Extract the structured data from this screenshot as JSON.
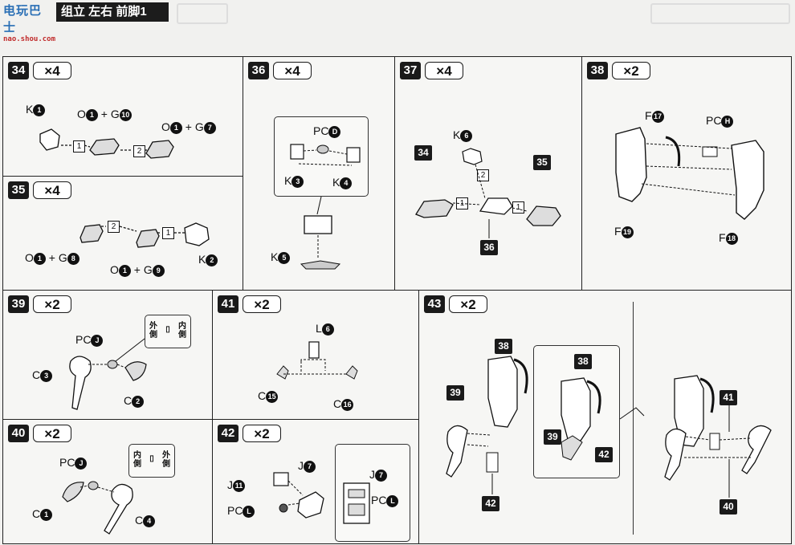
{
  "header": {
    "site_line1": "电玩巴士",
    "site_line2": "nao.shou.com",
    "title": "组立 左右 前脚1"
  },
  "panels": {
    "p34": {
      "step": "34",
      "qty": "×4",
      "k": "K",
      "k_num": "1",
      "o1": "O",
      "o1_num": "1",
      "g1": "G",
      "g1_num": "10",
      "o2": "O",
      "o2_num": "1",
      "g2": "G",
      "g2_num": "7",
      "plus": "+",
      "s1": "1",
      "s2": "2"
    },
    "p35": {
      "step": "35",
      "qty": "×4",
      "o1": "O",
      "o1_num": "1",
      "g1": "G",
      "g1_num": "8",
      "o2": "O",
      "o2_num": "1",
      "g2": "G",
      "g2_num": "9",
      "k": "K",
      "k_num": "2",
      "plus": "+",
      "s1": "1",
      "s2": "2"
    },
    "p36": {
      "step": "36",
      "qty": "×4",
      "pc": "PC",
      "pc_num": "D",
      "k3": "K",
      "k3_num": "3",
      "k4": "K",
      "k4_num": "4",
      "k5": "K",
      "k5_num": "5"
    },
    "p37": {
      "step": "37",
      "qty": "×4",
      "k6": "K",
      "k6_num": "6",
      "ref34": "34",
      "ref35": "35",
      "ref36": "36",
      "s1": "1",
      "s2": "2"
    },
    "p38": {
      "step": "38",
      "qty": "×2",
      "f17": "F",
      "f17_num": "17",
      "pch": "PC",
      "pch_num": "H",
      "f19": "F",
      "f19_num": "19",
      "f18": "F",
      "f18_num": "18"
    },
    "p39": {
      "step": "39",
      "qty": "×2",
      "pc": "PC",
      "pc_num": "J",
      "c3": "C",
      "c3_num": "3",
      "c2": "C",
      "c2_num": "2",
      "outer": "外\n側",
      "inner": "内\n側"
    },
    "p40": {
      "step": "40",
      "qty": "×2",
      "pc": "PC",
      "pc_num": "J",
      "c1": "C",
      "c1_num": "1",
      "c4": "C",
      "c4_num": "4",
      "inner": "内\n側",
      "outer": "外\n側"
    },
    "p41": {
      "step": "41",
      "qty": "×2",
      "l6": "L",
      "l6_num": "6",
      "c15": "C",
      "c15_num": "15",
      "c16": "C",
      "c16_num": "16"
    },
    "p42": {
      "step": "42",
      "qty": "×2",
      "j11": "J",
      "j11_num": "11",
      "j7": "J",
      "j7_num": "7",
      "pcl": "PC",
      "pcl_num": "L",
      "j7b": "J",
      "j7b_num": "7",
      "pclb": "PC",
      "pclb_num": "L"
    },
    "p43": {
      "step": "43",
      "qty": "×2",
      "r38": "38",
      "r39": "39",
      "r42": "42",
      "r38b": "38",
      "r39b": "39",
      "r42b": "42",
      "r41": "41",
      "r40": "40"
    }
  }
}
